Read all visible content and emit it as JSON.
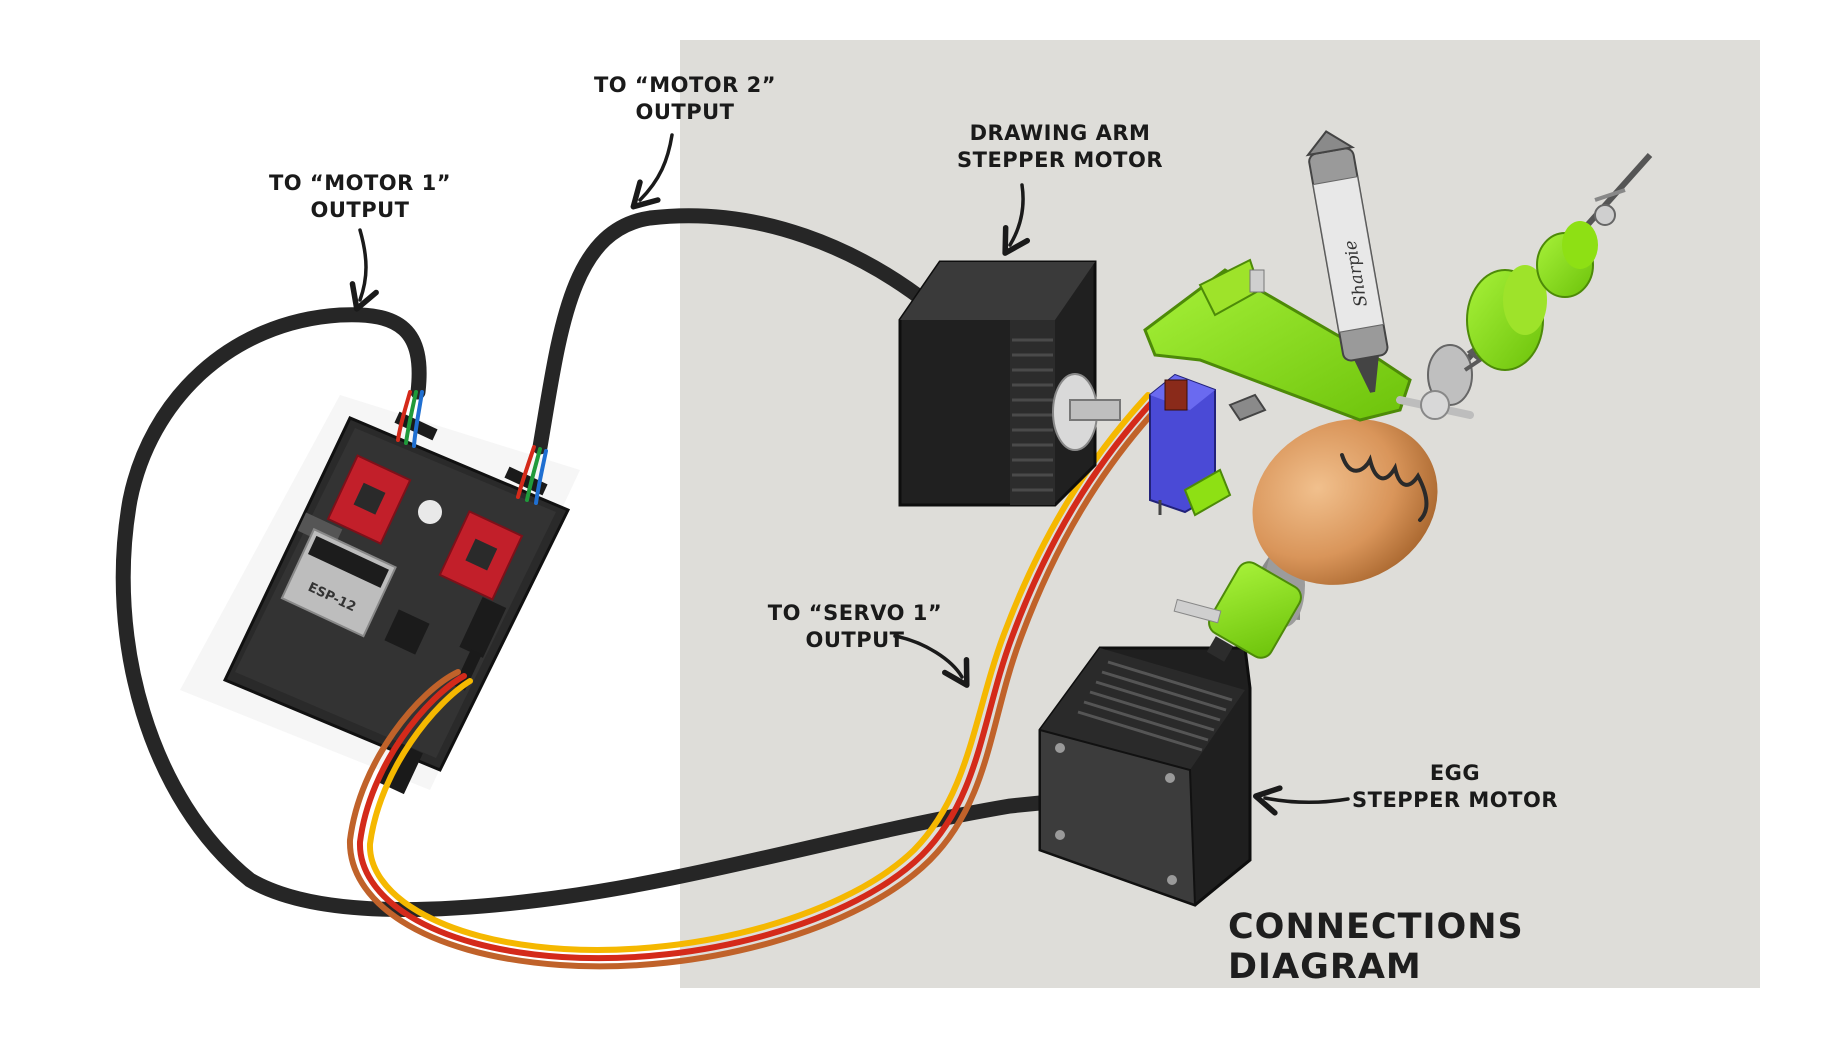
{
  "diagram": {
    "title": "CONNECTIONS  DIAGRAM",
    "labels": {
      "motor1": {
        "line1": "TO “MOTOR 1”",
        "line2": "OUTPUT"
      },
      "motor2": {
        "line1": "TO “MOTOR 2”",
        "line2": "OUTPUT"
      },
      "servo1": {
        "line1": "TO “SERVO 1”",
        "line2": "OUTPUT"
      },
      "arm_motor": {
        "line1": "DRAWING ARM",
        "line2": "STEPPER MOTOR"
      },
      "egg_motor": {
        "line1": "EGG",
        "line2": "STEPPER MOTOR"
      }
    },
    "board_texts": {
      "module": "ESP-12",
      "brand": "Sharpie"
    },
    "colors": {
      "panel": "#deddd9",
      "cable": "#262626",
      "servo_yellow": "#f5b800",
      "servo_red": "#d42a1a",
      "servo_brown": "#c0622a",
      "green_parts": "#8ee014",
      "egg": "#d9955a",
      "servo_body": "#4a4ad6",
      "driver_red": "#c21f2a",
      "pcb": "#2a2a2a"
    }
  }
}
